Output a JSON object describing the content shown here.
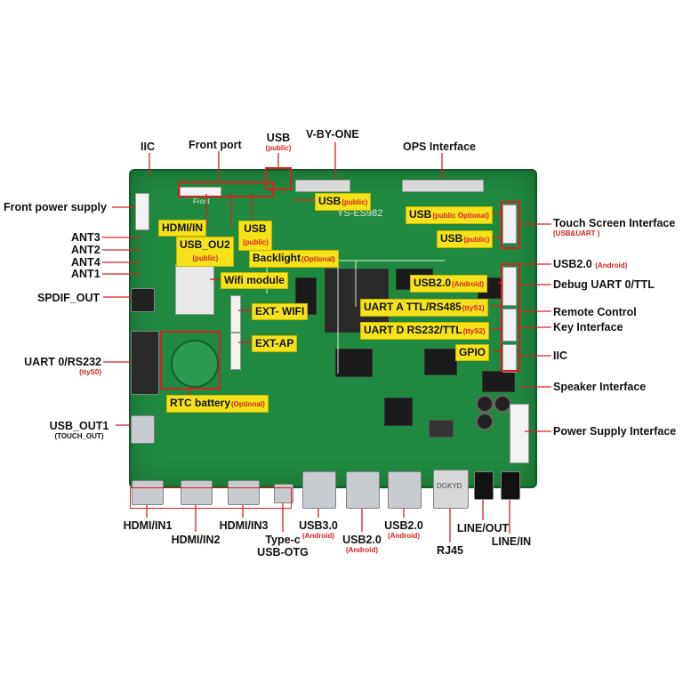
{
  "board_model": "YS-ES982",
  "silkscreen_front": "Front",
  "silkscreen_dgkyd": "DGKYD",
  "colors": {
    "pcb": "#1f8a3f",
    "callout_bg": "#f5e21b",
    "accent_red": "#d62020",
    "lines": "#d62020"
  },
  "top_labels": {
    "iic": "IIC",
    "front_port": "Front port",
    "usb": "USB",
    "usb_sub": "(public)",
    "vbyone": "V-BY-ONE",
    "ops": "OPS Interface"
  },
  "left_labels": {
    "front_power": "Front power supply",
    "ant3": "ANT3",
    "ant2": "ANT2",
    "ant4": "ANT4",
    "ant1": "ANT1",
    "spdif": "SPDIF_OUT",
    "uart0": "UART 0/RS232",
    "uart0_sub": "(ttyS0)",
    "usb_out1": "USB_OUT1",
    "usb_out1_sub": "(TOUCH_OUT)"
  },
  "right_labels": {
    "touch": "Touch Screen Interface",
    "touch_sub": "(USB&UART )",
    "usb20": "USB2.0",
    "usb20_sub": "(Android)",
    "debug_uart": "Debug UART 0/TTL",
    "remote": "Remote Control",
    "key": "Key Interface",
    "iic": "IIC",
    "speaker": "Speaker Interface",
    "power": "Power Supply Interface"
  },
  "bottom_labels": {
    "hdmi1": "HDMI/IN1",
    "hdmi2": "HDMI/IN2",
    "hdmi3": "HDMI/IN3",
    "typec": "Type-c",
    "usbotg": "USB-OTG",
    "usb30": "USB3.0",
    "usb30_sub": "(Android)",
    "usb20a": "USB2.0",
    "usb20a_sub": "(Android)",
    "usb20b": "USB2.0",
    "usb20b_sub": "(Android)",
    "rj45": "RJ45",
    "lineout": "LINE/OUT",
    "linein": "LINE/IN"
  },
  "callouts": {
    "hdmi_in": "HDMI/IN",
    "usb_ou2": "USB_OU2",
    "usb_ou2_sub": "(public)",
    "usb_mid": "USB",
    "usb_mid_sub": "(public)",
    "usb_top": "USB",
    "usb_top_sub": "(public)",
    "usb_opt": "USB",
    "usb_opt_sub": "(public Optional)",
    "usb_right": "USB",
    "usb_right_sub": "(public)",
    "backlight": "Backlight",
    "backlight_sub": "(Optional)",
    "wifi_module": "Wifi module",
    "ext_wifi": "EXT- WIFI",
    "ext_ap": "EXT-AP",
    "rtc": "RTC battery",
    "rtc_sub": "(Optional)",
    "usb20_and": "USB2.0",
    "usb20_and_sub": "(Android)",
    "uart_a": "UART A TTL/RS485",
    "uart_a_sub": "(ttyS1)",
    "uart_d": "UART D RS232/TTL",
    "uart_d_sub": "(ttyS2)",
    "gpio": "GPIO"
  }
}
